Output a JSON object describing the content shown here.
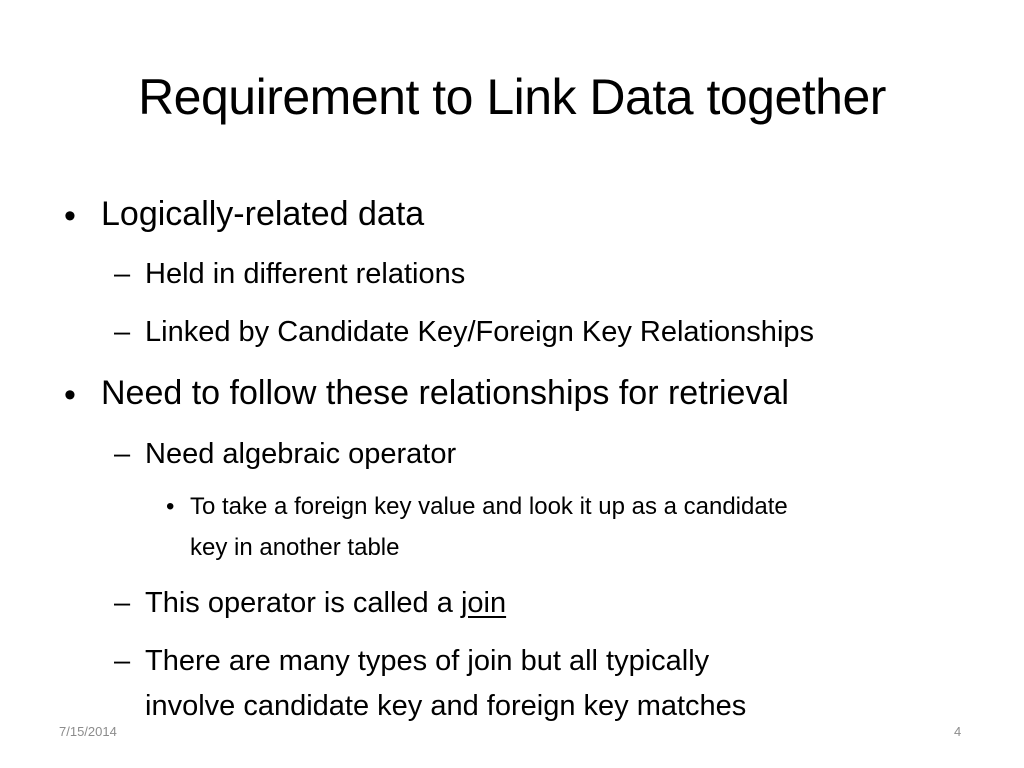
{
  "slide": {
    "title": "Requirement to Link Data together",
    "bullets": {
      "b1": {
        "marker": "•",
        "text": "Logically-related data"
      },
      "b1_1": {
        "marker": "–",
        "text": "Held in different relations"
      },
      "b1_2": {
        "marker": "–",
        "text": "Linked by Candidate Key/Foreign Key Relationships"
      },
      "b2": {
        "marker": "•",
        "text": "Need to follow these relationships for retrieval"
      },
      "b2_1": {
        "marker": "–",
        "text": "Need algebraic operator"
      },
      "b2_1_1": {
        "marker": "•",
        "line1": "To take a foreign key value and look it up as a candidate",
        "line2": "key in another table"
      },
      "b2_2": {
        "marker": "–",
        "text_prefix": "This operator is called a ",
        "text_underlined": "join"
      },
      "b2_3": {
        "marker": "–",
        "line1": "There are many types of join but all typically",
        "line2": "involve candidate key and foreign key matches"
      }
    },
    "footer": {
      "date": "7/15/2014",
      "page_number": "4"
    }
  }
}
